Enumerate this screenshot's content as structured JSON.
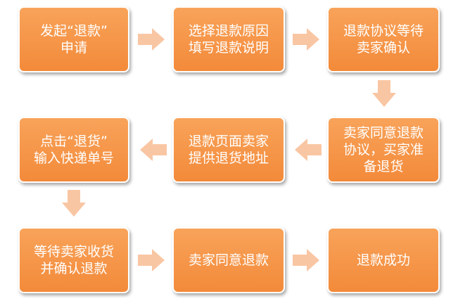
{
  "steps": [
    {
      "id": 1,
      "text": "发起“退款”\n申请"
    },
    {
      "id": 2,
      "text": "选择退款原因\n填写退款说明"
    },
    {
      "id": 3,
      "text": "退款协议等待\n卖家确认"
    },
    {
      "id": 4,
      "text": "卖家同意退款\n协议，买家准\n备退货"
    },
    {
      "id": 5,
      "text": "退款页面卖家\n提供退货地址"
    },
    {
      "id": 6,
      "text": "点击“退货”\n输入快递单号"
    },
    {
      "id": 7,
      "text": "等待卖家收货\n并确认退款"
    },
    {
      "id": 8,
      "text": "卖家同意退款"
    },
    {
      "id": 9,
      "text": "退款成功"
    }
  ],
  "colors": {
    "box_fill_top": "#f8a35a",
    "box_fill_bottom": "#f38a3a",
    "box_text": "#ffffff",
    "arrow_fill": "#f9c6a3"
  }
}
